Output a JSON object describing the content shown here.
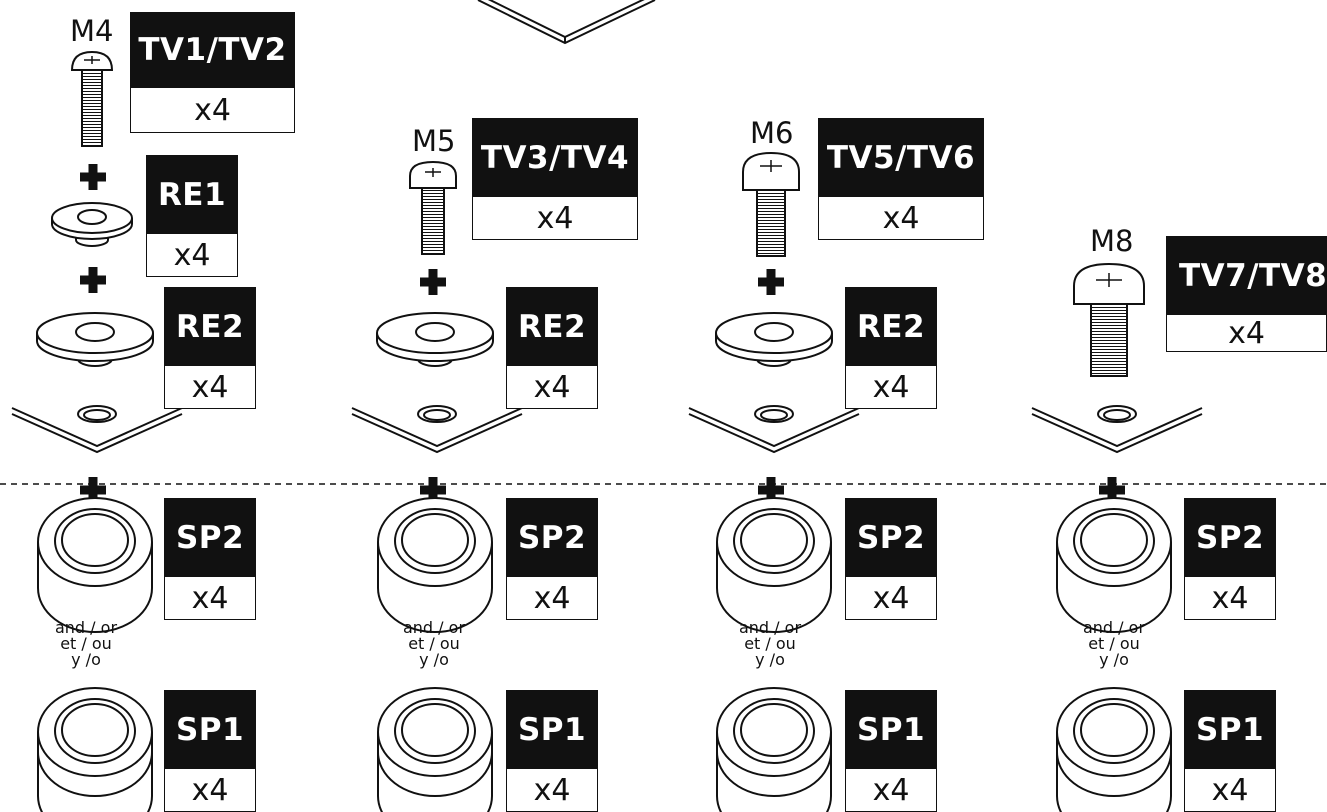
{
  "columns": [
    {
      "screw_size": "M4",
      "screw_label": "TV1/TV2",
      "screw_qty": "x4",
      "washer1_label": "RE1",
      "washer1_qty": "x4",
      "washer2_label": "RE2",
      "washer2_qty": "x4",
      "spacer2_label": "SP2",
      "spacer2_qty": "x4",
      "connector": [
        "and / or",
        "et / ou",
        "y /o"
      ],
      "spacer1_label": "SP1",
      "spacer1_qty": "x4"
    },
    {
      "screw_size": "M5",
      "screw_label": "TV3/TV4",
      "screw_qty": "x4",
      "washer2_label": "RE2",
      "washer2_qty": "x4",
      "spacer2_label": "SP2",
      "spacer2_qty": "x4",
      "connector": [
        "and / or",
        "et / ou",
        "y /o"
      ],
      "spacer1_label": "SP1",
      "spacer1_qty": "x4"
    },
    {
      "screw_size": "M6",
      "screw_label": "TV5/TV6",
      "screw_qty": "x4",
      "washer2_label": "RE2",
      "washer2_qty": "x4",
      "spacer2_label": "SP2",
      "spacer2_qty": "x4",
      "connector": [
        "and / or",
        "et / ou",
        "y /o"
      ],
      "spacer1_label": "SP1",
      "spacer1_qty": "x4"
    },
    {
      "screw_size": "M8",
      "screw_label": "TV7/TV8",
      "screw_qty": "x4",
      "spacer2_label": "SP2",
      "spacer2_qty": "x4",
      "connector": [
        "and / or",
        "et / ou",
        "y /o"
      ],
      "spacer1_label": "SP1",
      "spacer1_qty": "x4"
    }
  ]
}
